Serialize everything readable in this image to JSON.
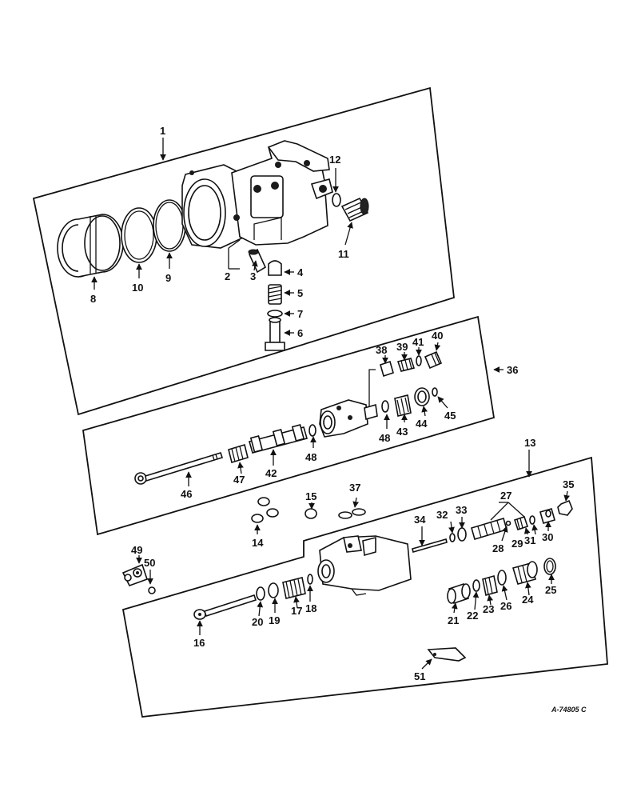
{
  "callouts": {
    "c1": "1",
    "c2": "2",
    "c3": "3",
    "c4": "4",
    "c5": "5",
    "c6": "6",
    "c7": "7",
    "c8": "8",
    "c9": "9",
    "c10": "10",
    "c11": "11",
    "c12": "12",
    "c13": "13",
    "c14": "14",
    "c15": "15",
    "c16": "16",
    "c17": "17",
    "c18": "18",
    "c19": "19",
    "c20": "20",
    "c21": "21",
    "c22": "22",
    "c23": "23",
    "c24": "24",
    "c25": "25",
    "c26": "26",
    "c27": "27",
    "c28": "28",
    "c29": "29",
    "c30": "30",
    "c31": "31",
    "c32": "32",
    "c33": "33",
    "c34": "34",
    "c35": "35",
    "c36": "36",
    "c37": "37",
    "c38": "38",
    "c39": "39",
    "c40": "40",
    "c41": "41",
    "c42": "42",
    "c43": "43",
    "c44": "44",
    "c45": "45",
    "c46": "46",
    "c47": "47",
    "c48a": "48",
    "c48b": "48",
    "c49": "49",
    "c50": "50",
    "c51": "51"
  },
  "drawing_number": "A-74805 C"
}
